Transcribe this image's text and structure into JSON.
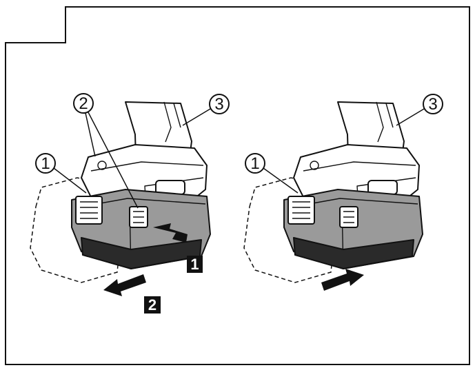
{
  "callouts": {
    "left": {
      "one": "1",
      "two": "2",
      "three": "3"
    },
    "right": {
      "one": "1",
      "three": "3"
    }
  },
  "steps": {
    "press": "1",
    "slide": "2"
  }
}
